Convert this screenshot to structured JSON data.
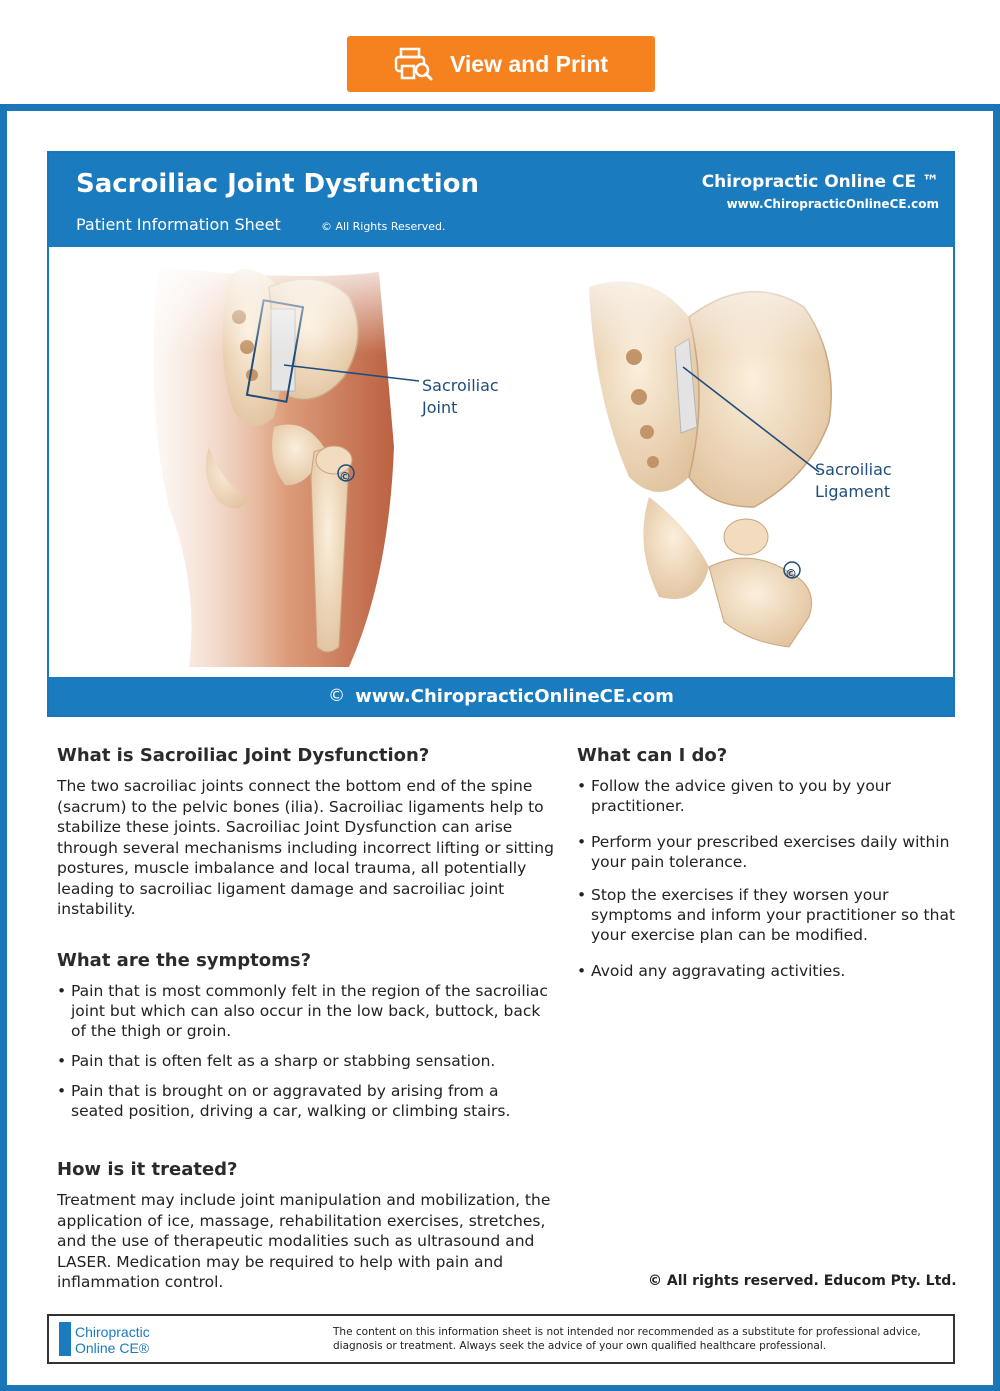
{
  "toolbar": {
    "print_label": "View and Print",
    "print_icon": "printer-search-icon",
    "accent": "#f5821f"
  },
  "sheet": {
    "title": "Sacroiliac Joint Dysfunction",
    "subtitle": "Patient Information Sheet",
    "rights_small": "© All Rights Reserved.",
    "brand": "Chiropractic Online CE ™",
    "brand_url": "www.ChiropracticOnlineCE.com",
    "footer_copy": "©",
    "footer_url": "www.ChiropracticOnlineCE.com",
    "accent": "#1a7bbf"
  },
  "illustration": {
    "left_label_1": "Sacroiliac",
    "left_label_2": "Joint",
    "right_label_1": "Sacroiliac",
    "right_label_2": "Ligament",
    "copyright_mark": "©"
  },
  "content": {
    "what_is": {
      "heading": "What is Sacroiliac Joint Dysfunction?",
      "text": "The two sacroiliac joints connect the bottom end of the spine (sacrum) to the pelvic bones (ilia). Sacroiliac ligaments help to stabilize these joints. Sacroiliac Joint Dysfunction can arise through several mechanisms including incorrect lifting or sitting postures, muscle imbalance and local trauma, all potentially leading to sacroiliac ligament damage and sacroiliac joint instability."
    },
    "symptoms": {
      "heading": "What are the symptoms?",
      "items": [
        "Pain that is most commonly felt in the region of the sacroiliac joint but which can also occur in the low back, buttock, back of the thigh or groin.",
        "Pain that is often felt as a sharp or stabbing sensation.",
        "Pain that is brought on or aggravated by arising from a seated position, driving a car, walking or climbing stairs."
      ]
    },
    "treated": {
      "heading": "How is it treated?",
      "text": "Treatment may include joint manipulation and mobilization, the application of ice, massage, rehabilitation exercises, stretches, and the use of therapeutic modalities such as ultrasound and LASER. Medication may be required to help with pain and inflammation control."
    },
    "can_do": {
      "heading": "What can I do?",
      "items": [
        "Follow the advice given to you by your practitioner.",
        "Perform your prescribed exercises daily within your pain tolerance.",
        "Stop the exercises if they worsen your symptoms and inform your practitioner so that your exercise plan can be modified.",
        "Avoid any aggravating activities."
      ]
    },
    "all_rights": "© All rights reserved. Educom Pty. Ltd."
  },
  "disclaimer": {
    "logo_line1": "Chiropractic",
    "logo_line2": "Online CE®",
    "text": "The content on this information sheet is not intended nor recommended as a substitute for professional advice, diagnosis or treatment. Always seek the advice of your own qualified healthcare professional."
  }
}
